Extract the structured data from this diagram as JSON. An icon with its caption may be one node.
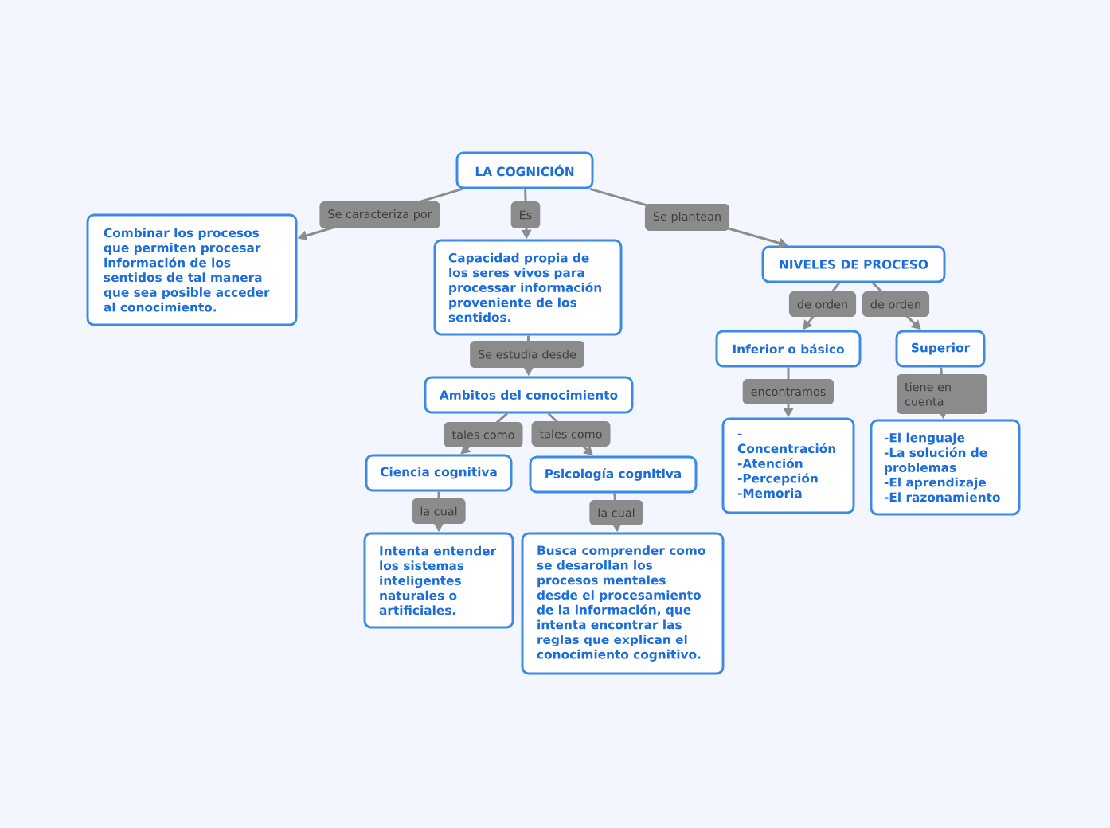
{
  "diagram": {
    "nodes": [
      {
        "text": [
          "LA COGNICIÓN"
        ]
      },
      {
        "text": [
          "Combinar los procesos que permiten procesar información de los sentidos de tal manera que sea posible acceder al conocimiento."
        ]
      },
      {
        "text": [
          "Capacidad propia de los seres vivos para processar información proveniente de los sentidos."
        ]
      },
      {
        "text": [
          "NIVELES DE PROCESO"
        ]
      },
      {
        "text": [
          "Ambitos del conocimiento"
        ]
      },
      {
        "text": [
          "Inferior o básico"
        ]
      },
      {
        "text": [
          "Superior"
        ]
      },
      {
        "text": [
          "Ciencia cognitiva"
        ]
      },
      {
        "text": [
          "Psicología cognitiva"
        ]
      },
      {
        "text": [
          "- Concentración",
          "-Atención",
          "-Percepción",
          "-Memoria"
        ]
      },
      {
        "text": [
          "-El lenguaje",
          "-La solución de problemas",
          "-El aprendizaje",
          "-El razonamiento"
        ]
      },
      {
        "text": [
          "Intenta entender los sistemas inteligentes naturales o artificiales."
        ]
      },
      {
        "text": [
          "Busca comprender como se desarollan los procesos mentales desde el procesamiento de la información, que intenta encontrar las reglas que explican el conocimiento cognitivo."
        ]
      }
    ],
    "edges": [
      {
        "from": 0,
        "to": 1,
        "arrow": "to",
        "label": "Se caracteriza por"
      },
      {
        "from": 0,
        "to": 2,
        "arrow": "to",
        "label": "Es"
      },
      {
        "from": 0,
        "to": 3,
        "arrow": "to",
        "label": "Se plantean"
      },
      {
        "from": 2,
        "to": 4,
        "arrow": "to",
        "label": "Se estudia desde"
      },
      {
        "from": 3,
        "to": 5,
        "arrow": "to",
        "label": "de orden"
      },
      {
        "from": 3,
        "to": 6,
        "arrow": "to",
        "label": "de orden"
      },
      {
        "from": 4,
        "to": 7,
        "arrow": "to",
        "label": "tales como"
      },
      {
        "from": 4,
        "to": 8,
        "arrow": "to",
        "label": "tales como"
      },
      {
        "from": 5,
        "to": 9,
        "arrow": "to",
        "label": "encontramos"
      },
      {
        "from": 6,
        "to": 10,
        "arrow": "to",
        "label": "tiene en cuenta"
      },
      {
        "from": 7,
        "to": 11,
        "arrow": "to",
        "label": "la cual"
      },
      {
        "from": 8,
        "to": 12,
        "arrow": "to",
        "label": "la cual"
      }
    ]
  }
}
